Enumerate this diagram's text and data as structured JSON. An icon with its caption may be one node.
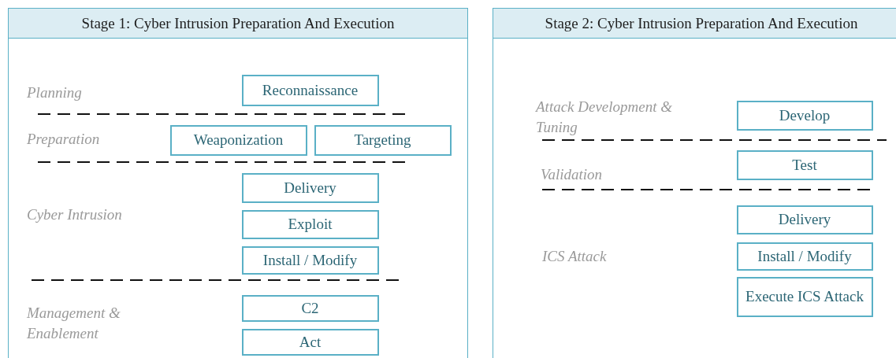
{
  "diagram": {
    "nodes": [
      {
        "text": [
          "Stage 1: Cyber Intrusion Preparation And Execution"
        ]
      },
      {
        "text": [
          "Reconnaissance"
        ],
        "in": 0
      },
      {
        "text": [
          "Weaponization"
        ],
        "in": 0
      },
      {
        "text": [
          "Targeting"
        ],
        "in": 0
      },
      {
        "text": [
          "Delivery"
        ],
        "in": 0
      },
      {
        "text": [
          "Exploit"
        ],
        "in": 0
      },
      {
        "text": [
          "Install / Modify"
        ],
        "in": 0
      },
      {
        "text": [
          "C2"
        ],
        "in": 0
      },
      {
        "text": [
          "Act"
        ],
        "in": 0
      },
      {
        "text": [
          "Stage 2: Cyber Intrusion Preparation And Execution"
        ]
      },
      {
        "text": [
          "Develop"
        ],
        "in": 9
      },
      {
        "text": [
          "Test"
        ],
        "in": 9
      },
      {
        "text": [
          "Delivery"
        ],
        "in": 9
      },
      {
        "text": [
          "Install / Modify"
        ],
        "in": 9
      },
      {
        "text": [
          "Execute ICS Attack"
        ],
        "in": 9
      }
    ],
    "edges": [],
    "labels": [
      "Planning",
      "Preparation",
      "Cyber Intrusion",
      "Management & Enablement",
      "Attack Development & Tuning",
      "Validation",
      "ICS Attack"
    ]
  }
}
